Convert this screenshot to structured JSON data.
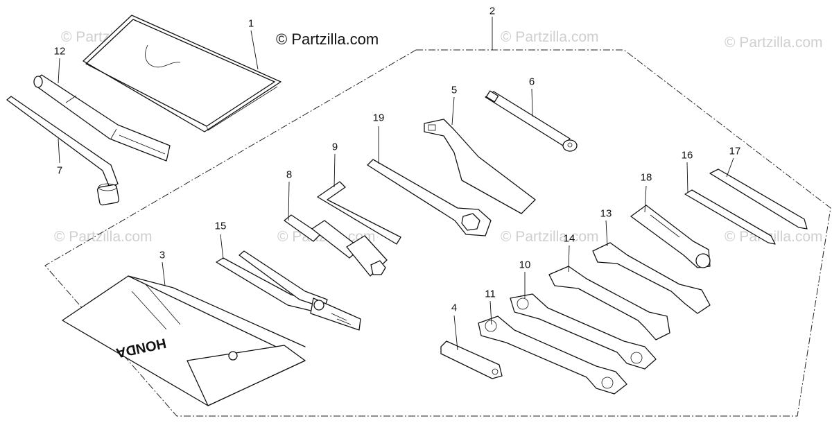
{
  "watermark": "© Partzilla.com",
  "copyright": "© Partzilla.com",
  "pouch_text": "HONDA",
  "callouts": [
    "1",
    "2",
    "3",
    "4",
    "5",
    "6",
    "7",
    "8",
    "9",
    "10",
    "11",
    "12",
    "13",
    "14",
    "15",
    "16",
    "17",
    "18",
    "19"
  ],
  "colors": {
    "ink": "#111111",
    "watermark": "#cfcfcf",
    "background": "#ffffff"
  }
}
